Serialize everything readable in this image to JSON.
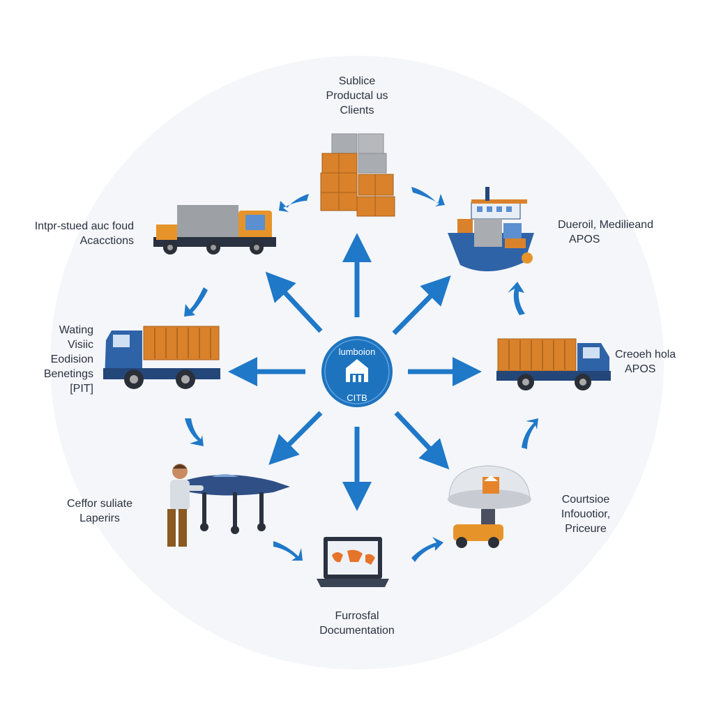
{
  "hub": {
    "top_text": "lumboion",
    "bottom_text": "CITB",
    "icon": "building-icon",
    "color": "#1e73be"
  },
  "nodes": [
    {
      "id": "clients",
      "lines": [
        "Sublice",
        "Productal us",
        "Clients"
      ],
      "icon": "stacked-crates-icon"
    },
    {
      "id": "ship",
      "lines": [
        "Dueroil, Medilieand",
        "APOS"
      ],
      "icon": "cargo-ship-icon"
    },
    {
      "id": "truck-right",
      "lines": [
        "Creoeh hola",
        "APOS"
      ],
      "icon": "cargo-truck-icon"
    },
    {
      "id": "cargo-robot",
      "lines": [
        "Courtsioe",
        "Infouotior,",
        "Priceure"
      ],
      "icon": "cargo-robot-icon"
    },
    {
      "id": "documentation",
      "lines": [
        "Furrosfal",
        "Documentation"
      ],
      "icon": "laptop-map-icon"
    },
    {
      "id": "plane",
      "lines": [
        "Ceffor suliate",
        "Laperirs"
      ],
      "icon": "worker-plane-icon"
    },
    {
      "id": "truck-left",
      "lines": [
        "Wating",
        "Visiic",
        "Eodision",
        "Benetings",
        "[PIT]"
      ],
      "icon": "container-truck-icon"
    },
    {
      "id": "truck-top-left",
      "lines": [
        "Intpr-stued auc foud",
        "Acacctions"
      ],
      "icon": "box-truck-icon"
    }
  ],
  "colors": {
    "arrow": "#1f78c8",
    "orange": "#d9822b",
    "blue_dark": "#24477a",
    "grey": "#a9acb1"
  }
}
